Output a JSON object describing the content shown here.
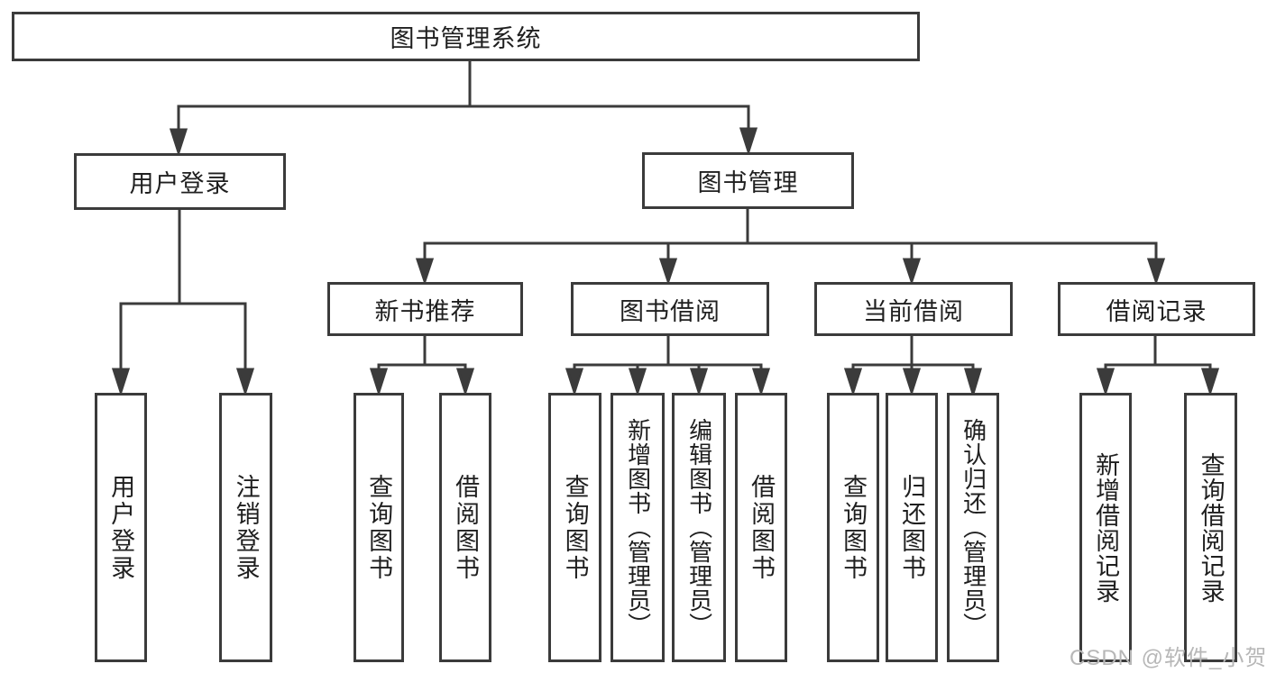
{
  "diagram": {
    "type": "hierarchy",
    "title": "图书管理系统",
    "colors": {
      "line": "#3b3b3b",
      "box_border": "#3b3b3b",
      "box_background": "#ffffff",
      "text": "#1f1f1f",
      "watermark": "#b7b7b7",
      "background": "#ffffff"
    },
    "root": {
      "label": "图书管理系统",
      "children": [
        {
          "label": "用户登录",
          "children": [
            {
              "label": "用户登录"
            },
            {
              "label": "注销登录"
            }
          ]
        },
        {
          "label": "图书管理",
          "children": [
            {
              "label": "新书推荐",
              "children": [
                {
                  "label": "查询图书"
                },
                {
                  "label": "借阅图书"
                }
              ]
            },
            {
              "label": "图书借阅",
              "children": [
                {
                  "label": "查询图书"
                },
                {
                  "label": "新增图书（管理员）"
                },
                {
                  "label": "编辑图书（管理员）"
                },
                {
                  "label": "借阅图书"
                }
              ]
            },
            {
              "label": "当前借阅",
              "children": [
                {
                  "label": "查询图书"
                },
                {
                  "label": "归还图书"
                },
                {
                  "label": "确认归还（管理员）"
                }
              ]
            },
            {
              "label": "借阅记录",
              "children": [
                {
                  "label": "新增借阅记录"
                },
                {
                  "label": "查询借阅记录"
                }
              ]
            }
          ]
        }
      ]
    },
    "watermark": "CSDN @软件_小贺同学"
  }
}
